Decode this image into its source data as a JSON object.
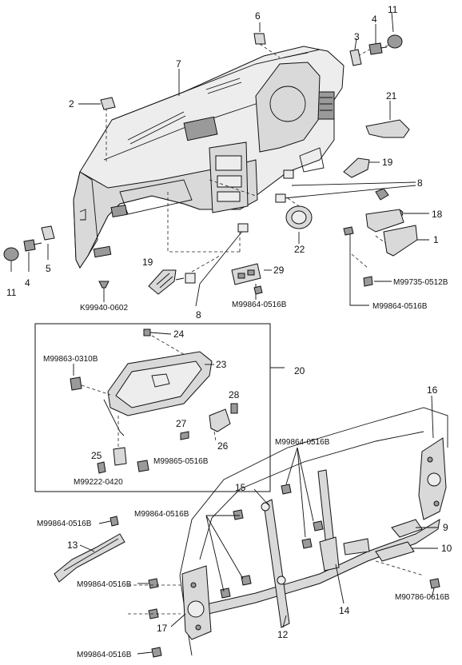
{
  "callouts": {
    "c1": "1",
    "c2": "2",
    "c3": "3",
    "c4a": "4",
    "c4b": "4",
    "c5": "5",
    "c6": "6",
    "c7": "7",
    "c8a": "8",
    "c8b": "8",
    "c9": "9",
    "c10": "10",
    "c11a": "11",
    "c11b": "11",
    "c12": "12",
    "c13": "13",
    "c14": "14",
    "c15": "15",
    "c16": "16",
    "c17": "17",
    "c18": "18",
    "c19a": "19",
    "c19b": "19",
    "c20": "20",
    "c21": "21",
    "c22": "22",
    "c23": "23",
    "c24": "24",
    "c25": "25",
    "c26": "26",
    "c27": "27",
    "c28": "28",
    "c29": "29"
  },
  "part_numbers": {
    "p_m99735": "M99735-0512B",
    "p_m99864_right": "M99864-0516B",
    "p_k99940": "K99940-0602",
    "p_m99864_29": "M99864-0516B",
    "p_m99863": "M99863-0310B",
    "p_m99865": "M99865-0516B",
    "p_m99222": "M99222-0420",
    "p_m99864_top": "M99864-0516B",
    "p_m99864_mid": "M99864-0516B",
    "p_m99864_left": "M99864-0516B",
    "p_m99864_low": "M99864-0516B",
    "p_m99864_bottom": "M99864-0516B",
    "p_m90786": "M90786-0616B"
  }
}
